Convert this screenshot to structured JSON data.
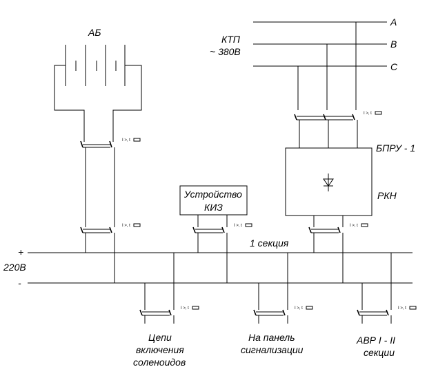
{
  "labels": {
    "battery": "АБ",
    "ktp": "КТП",
    "voltage_ac": "~ 380В",
    "phase_a": "А",
    "phase_b": "В",
    "phase_c": "С",
    "bpru": "БПРУ -  1",
    "rkn": "РКН",
    "kiz_line1": "Устройство",
    "kiz_line2": "КИЗ",
    "section": "1 секция",
    "plus": "+",
    "minus": "-",
    "voltage_dc": "220В",
    "solenoid_1": "Цепи",
    "solenoid_2": "включения",
    "solenoid_3": "соленоидов",
    "panel_1": "На панель",
    "panel_2": "сигнализации",
    "avr_1": "АВР I -  II",
    "avr_2": "секции",
    "breaker_tag": "I >, t"
  }
}
